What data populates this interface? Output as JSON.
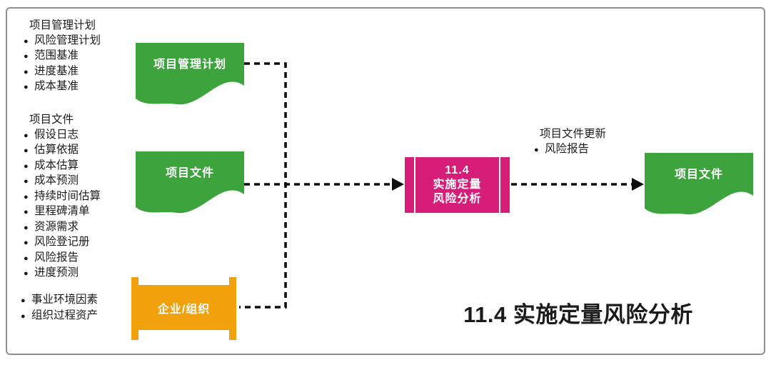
{
  "icons": {
    "bullet": "●"
  },
  "colors": {
    "green": "#3DA43D",
    "orange": "#F0A10C",
    "pink": "#D61E78",
    "line": "#0D0D0D",
    "frame_border": "#8F8F8F"
  },
  "inputs": {
    "pmp": {
      "header": "项目管理计划",
      "items": [
        "风险管理计划",
        "范围基准",
        "进度基准",
        "成本基准"
      ]
    },
    "docs": {
      "header": "项目文件",
      "items": [
        "假设日志",
        "估算依据",
        "成本估算",
        "成本预测",
        "持续时间估算",
        "里程碑清单",
        "资源需求",
        "风险登记册",
        "风险报告",
        "进度预测"
      ]
    },
    "env": {
      "items": [
        "事业环境因素",
        "组织过程资产"
      ]
    }
  },
  "shapes": {
    "pmp_doc": "项目管理计划",
    "docs_doc": "项目文件",
    "org_scroll": "企业/组织",
    "output_doc": "项目文件"
  },
  "process": {
    "lines": [
      "11.4",
      "实施定量",
      "风险分析"
    ]
  },
  "outputs": {
    "header": "项目文件更新",
    "items": [
      "风险报告"
    ]
  },
  "caption": "11.4 实施定量风险分析"
}
